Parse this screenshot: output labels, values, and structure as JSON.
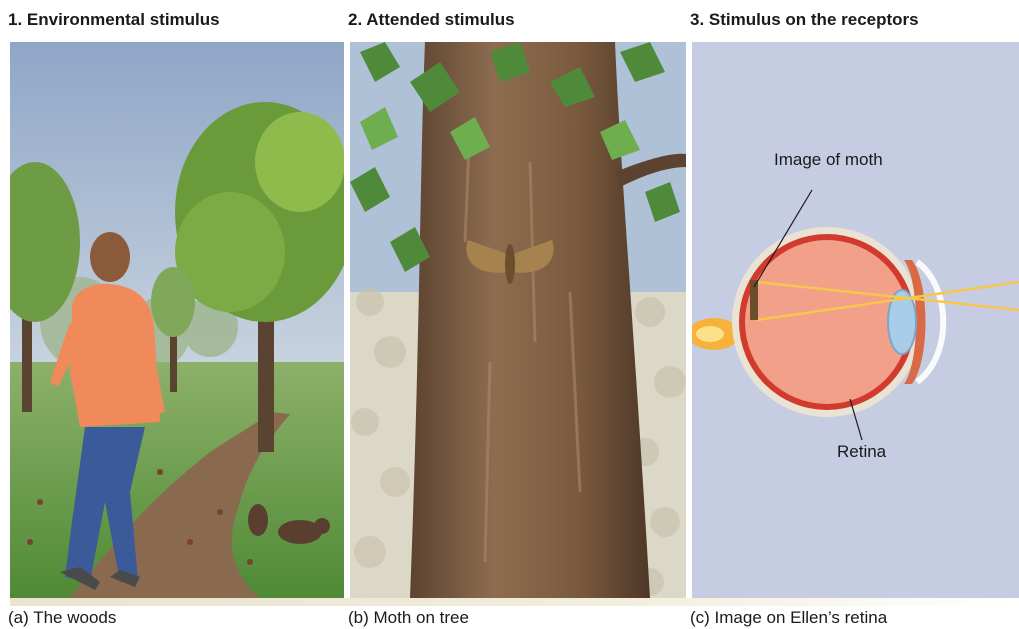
{
  "panels": [
    {
      "title": "1. Environmental stimulus",
      "caption": "(a) The woods"
    },
    {
      "title": "2. Attended stimulus",
      "caption": "(b) Moth on tree"
    },
    {
      "title": "3. Stimulus on the receptors",
      "caption": "(c) Image on Ellen’s retina",
      "labels": {
        "image_label": "Image of moth",
        "retina_label": "Retina"
      }
    }
  ],
  "colors": {
    "eye_background": "#c6cde3",
    "light_rays": "#f7c64a",
    "trunk": "#7a5a3e",
    "sky": "#a9bfd8"
  }
}
